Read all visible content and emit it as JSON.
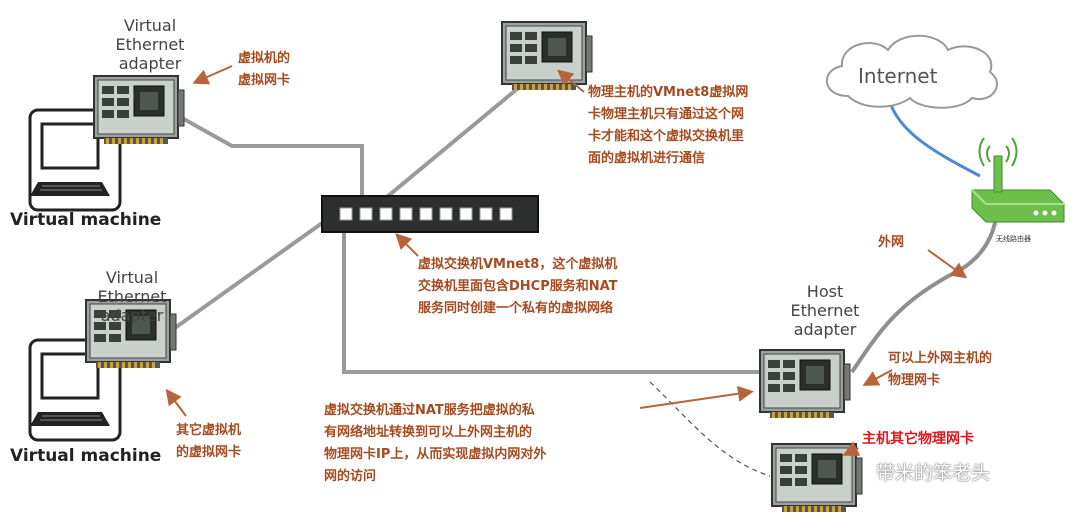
{
  "labels": {
    "vm1_adapter": [
      "Virtual",
      "Ethernet",
      "adapter"
    ],
    "vm2_adapter": [
      "Virtual",
      "Ethernet",
      "adapter"
    ],
    "vm1_caption": "Virtual machine",
    "vm2_caption": "Virtual machine",
    "host_adapter": [
      "Host",
      "Ethernet",
      "adapter"
    ],
    "internet": "Internet",
    "router": "无线路由器",
    "watermark": "带米的笨老头"
  },
  "notes": {
    "vm_nic": [
      "虚拟机的",
      "虚拟网卡"
    ],
    "vmnet8_nic": [
      "物理主机的VMnet8虚拟网",
      "卡物理主机只有通过这个网",
      "卡才能和这个虚拟交换机里",
      "面的虚拟机进行通信"
    ],
    "switch": [
      "虚拟交换机VMnet8，这个虚拟机",
      "交换机里面包含DHCP服务和NAT",
      "服务同时创建一个私有的虚拟网络"
    ],
    "other_vm_nic": [
      "其它虚拟机",
      "的虚拟网卡"
    ],
    "nat": [
      "虚拟交换机通过NAT服务把虚拟的私",
      "有网络地址转换到可以上外网主机的",
      "物理网卡IP上，从而实现虚拟内网对外",
      "网的访问"
    ],
    "wan": "外网",
    "host_nic": [
      "可以上外网主机的",
      "物理网卡"
    ],
    "other_physical_nic": "主机其它物理网卡"
  },
  "colors": {
    "note": "#a64b1f",
    "highlight": "#e3141b",
    "cable": "#9a9a9a",
    "internet_link": "#4f86d9",
    "router": "#6cbf4a"
  }
}
